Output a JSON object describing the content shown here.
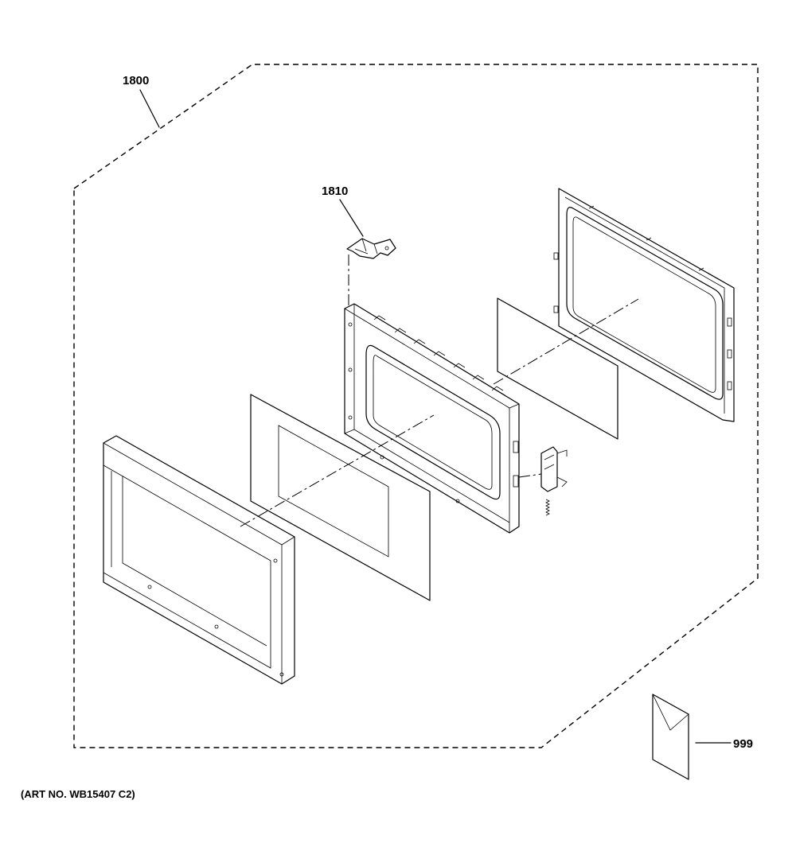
{
  "diagram": {
    "callouts": {
      "assembly": "1800",
      "hinge": "1810",
      "literature": "999"
    },
    "art_number": "(ART NO. WB15407 C2)"
  }
}
